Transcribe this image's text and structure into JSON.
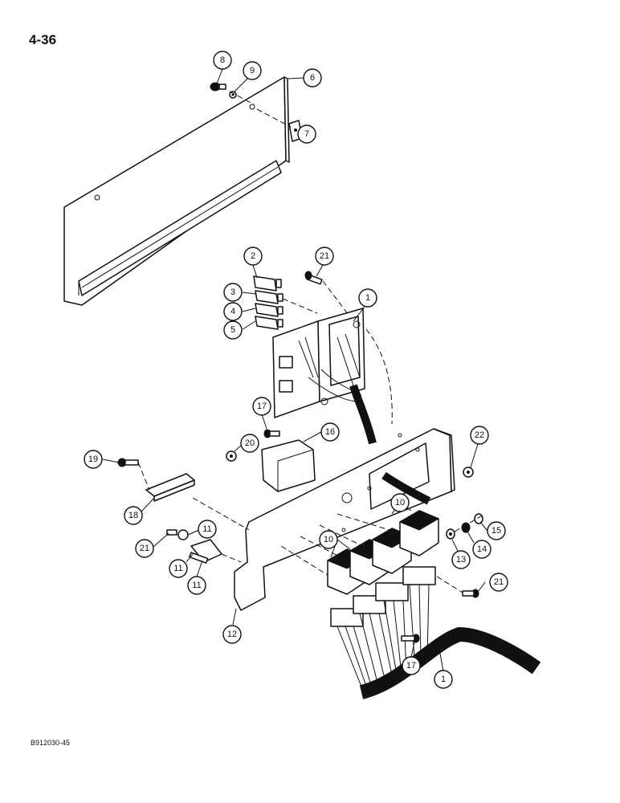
{
  "page_number": "4-36",
  "figure_code": "B912030-45",
  "callouts": [
    {
      "id": "c8",
      "label": "8"
    },
    {
      "id": "c9",
      "label": "9"
    },
    {
      "id": "c6",
      "label": "6"
    },
    {
      "id": "c7",
      "label": "7"
    },
    {
      "id": "c2",
      "label": "2"
    },
    {
      "id": "c21a",
      "label": "21"
    },
    {
      "id": "c3",
      "label": "3"
    },
    {
      "id": "c4",
      "label": "4"
    },
    {
      "id": "c5",
      "label": "5"
    },
    {
      "id": "c1a",
      "label": "1"
    },
    {
      "id": "c17a",
      "label": "17"
    },
    {
      "id": "c16",
      "label": "16"
    },
    {
      "id": "c20",
      "label": "20"
    },
    {
      "id": "c22",
      "label": "22"
    },
    {
      "id": "c19",
      "label": "19"
    },
    {
      "id": "c18",
      "label": "18"
    },
    {
      "id": "c10a",
      "label": "10"
    },
    {
      "id": "c10b",
      "label": "10"
    },
    {
      "id": "c11a",
      "label": "11"
    },
    {
      "id": "c21b",
      "label": "21"
    },
    {
      "id": "c11b",
      "label": "11"
    },
    {
      "id": "c11c",
      "label": "11"
    },
    {
      "id": "c15",
      "label": "15"
    },
    {
      "id": "c14",
      "label": "14"
    },
    {
      "id": "c13",
      "label": "13"
    },
    {
      "id": "c21c",
      "label": "21"
    },
    {
      "id": "c12",
      "label": "12"
    },
    {
      "id": "c17b",
      "label": "17"
    },
    {
      "id": "c1b",
      "label": "1"
    }
  ]
}
